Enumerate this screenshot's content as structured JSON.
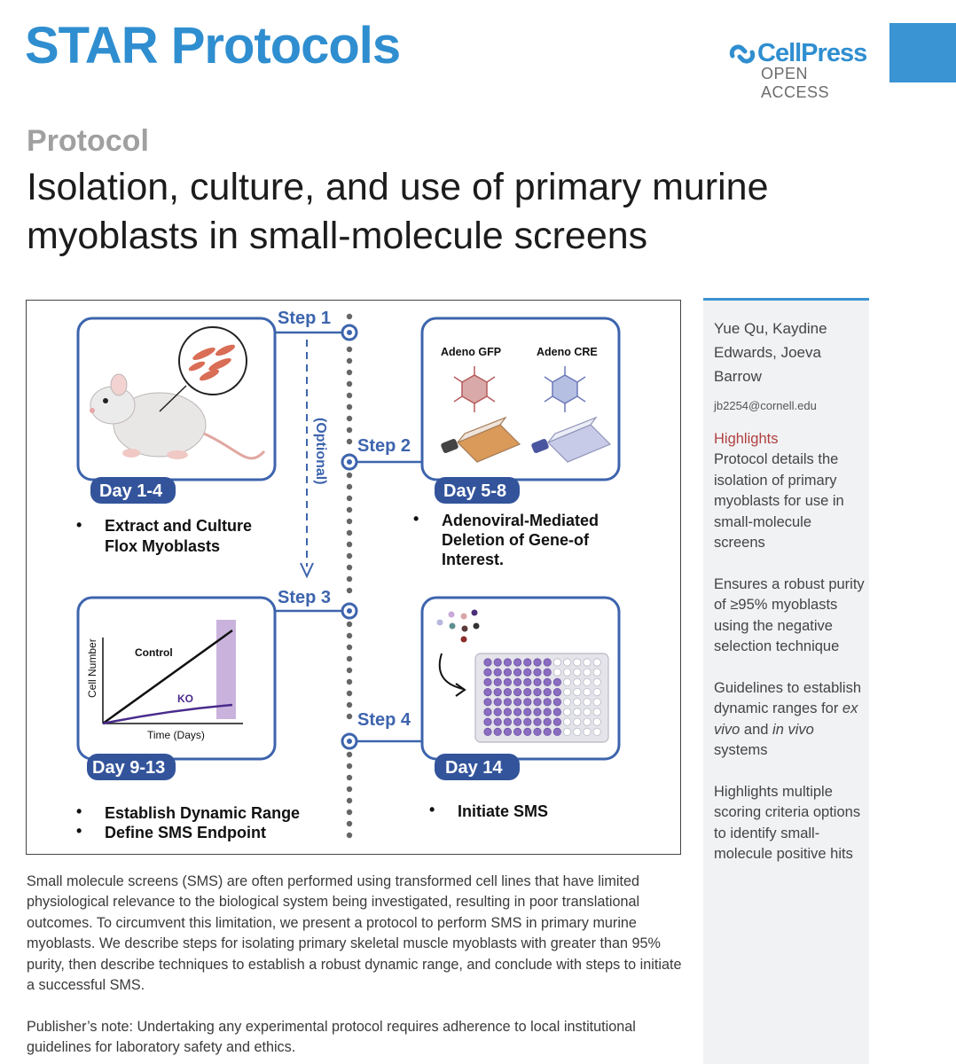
{
  "header": {
    "journal": "STAR Protocols",
    "publisher": "CellPress",
    "access": "OPEN ACCESS"
  },
  "article": {
    "type": "Protocol",
    "title": "Isolation, culture, and use of primary murine myoblasts in small-molecule screens"
  },
  "figure": {
    "steps": [
      "Step 1",
      "Step 2",
      "Step 3",
      "Step 4"
    ],
    "optional_label": "(Optional)",
    "days": [
      "Day 1-4",
      "Day 5-8",
      "Day 9-13",
      "Day 14"
    ],
    "panel1_bullets": [
      "Extract and Culture",
      "Flox Myoblasts"
    ],
    "panel2_labels": [
      "Adeno GFP",
      "Adeno CRE"
    ],
    "panel2_bullets": [
      "Adenoviral-Mediated",
      "Deletion of Gene-of",
      "Interest."
    ],
    "panel3_bullets": [
      "Establish Dynamic Range",
      "Define SMS Endpoint"
    ],
    "panel4_bullets": [
      "Initiate SMS"
    ],
    "plot": {
      "ylabel": "Cell Number",
      "xlabel": "Time (Days)",
      "series_control": "Control",
      "series_ko": "KO"
    },
    "colors": {
      "panel_border": "#3d64ad",
      "day_badge": "#33549b",
      "timeline_dot": "#666666",
      "ko_line": "#4a2b8c",
      "highlight_band": "#c9b3dd",
      "well_fill": "#8a6cc0"
    }
  },
  "abstract": "Small molecule screens (SMS) are often performed using transformed cell lines that have limited physiological relevance to the biological system being investigated, resulting in poor translational outcomes. To circumvent this limitation, we present a protocol to perform SMS in primary murine myoblasts. We describe steps for isolating primary skeletal muscle myoblasts with greater than 95% purity, then describe techniques to establish a robust dynamic range, and conclude with steps to initiate a successful SMS.",
  "publisher_note": "Publisher’s note: Undertaking any experimental protocol requires adherence to local institutional guidelines for laboratory safety and ethics.",
  "sidebar": {
    "authors": "Yue Qu, Kaydine Edwards, Joeva Barrow",
    "email": "jb2254@cornell.edu",
    "highlights_heading": "Highlights",
    "highlights": [
      "Protocol details the isolation of primary myoblasts for use in small-molecule screens",
      "Ensures a robust purity of ≥95% myoblasts using the negative selection technique",
      "Guidelines to establish dynamic ranges for ex vivo and in vivo systems",
      "Highlights multiple scoring criteria options to identify small-molecule positive hits"
    ]
  }
}
